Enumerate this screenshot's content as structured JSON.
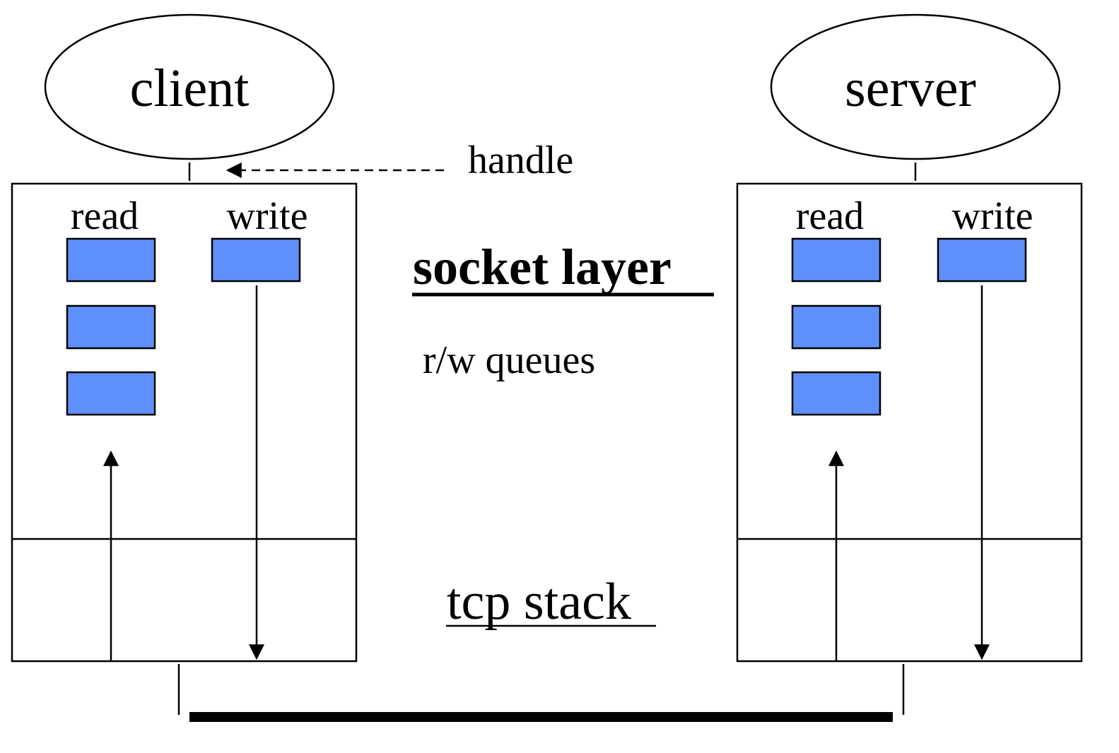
{
  "diagram": {
    "client": {
      "label": "client",
      "read_label": "read",
      "write_label": "write"
    },
    "server": {
      "label": "server",
      "read_label": "read",
      "write_label": "write"
    },
    "handle_label": "handle",
    "socket_layer_label": "socket layer",
    "queues_label": "r/w queues",
    "tcp_stack_label": "tcp stack",
    "colors": {
      "queue_fill": "#5f8ffa",
      "stroke": "#000000",
      "background": "#ffffff"
    }
  }
}
